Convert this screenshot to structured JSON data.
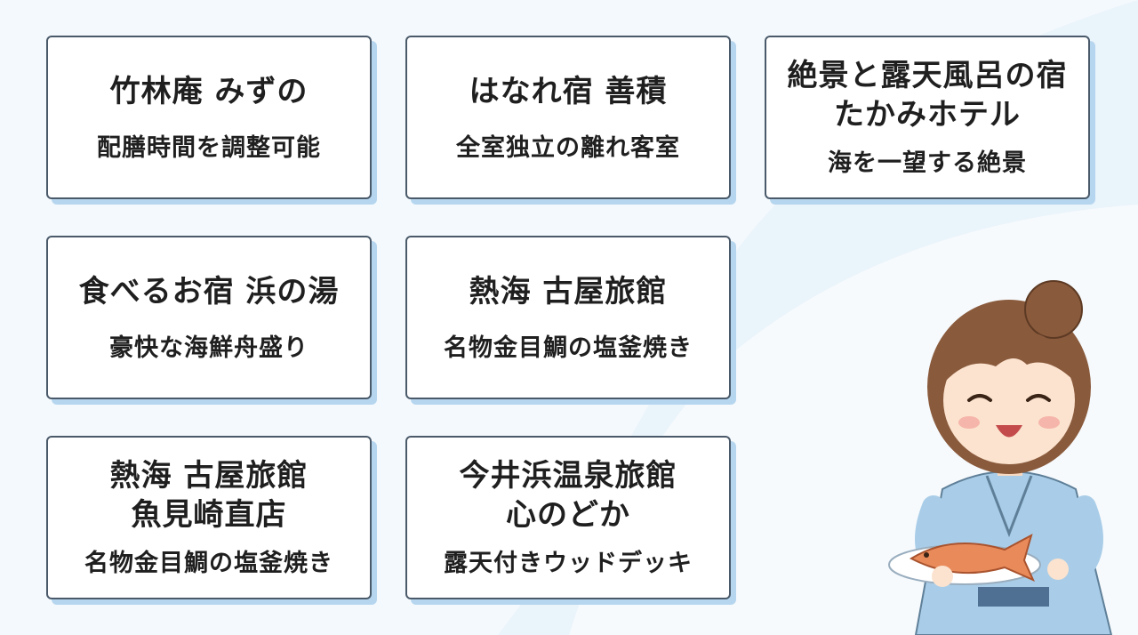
{
  "cards": [
    {
      "title": "竹林庵 みずの",
      "subtitle": "配膳時間を調整可能"
    },
    {
      "title": "はなれ宿 善積",
      "subtitle": "全室独立の離れ客室"
    },
    {
      "title_line1": "絶景と露天風呂の宿",
      "title_line2": "たかみホテル",
      "subtitle": "海を一望する絶景"
    },
    {
      "title": "食べるお宿 浜の湯",
      "subtitle": "豪快な海鮮舟盛り"
    },
    {
      "title": "熱海 古屋旅館",
      "subtitle": "名物金目鯛の塩釜焼き"
    },
    {
      "title_line1": "熱海 古屋旅館",
      "title_line2": "魚見崎直店",
      "subtitle": "名物金目鯛の塩釜焼き"
    },
    {
      "title_line1": "今井浜温泉旅館",
      "title_line2": "心のどか",
      "subtitle": "露天付きウッドデッキ"
    }
  ],
  "colors": {
    "background": "#eaf4fb",
    "card_border": "#4a5a6a",
    "card_shadow": "#b6d6ef",
    "text": "#1f1f1f"
  },
  "illustration": {
    "name": "smiling-woman-in-yukata-holding-fish-plate"
  }
}
